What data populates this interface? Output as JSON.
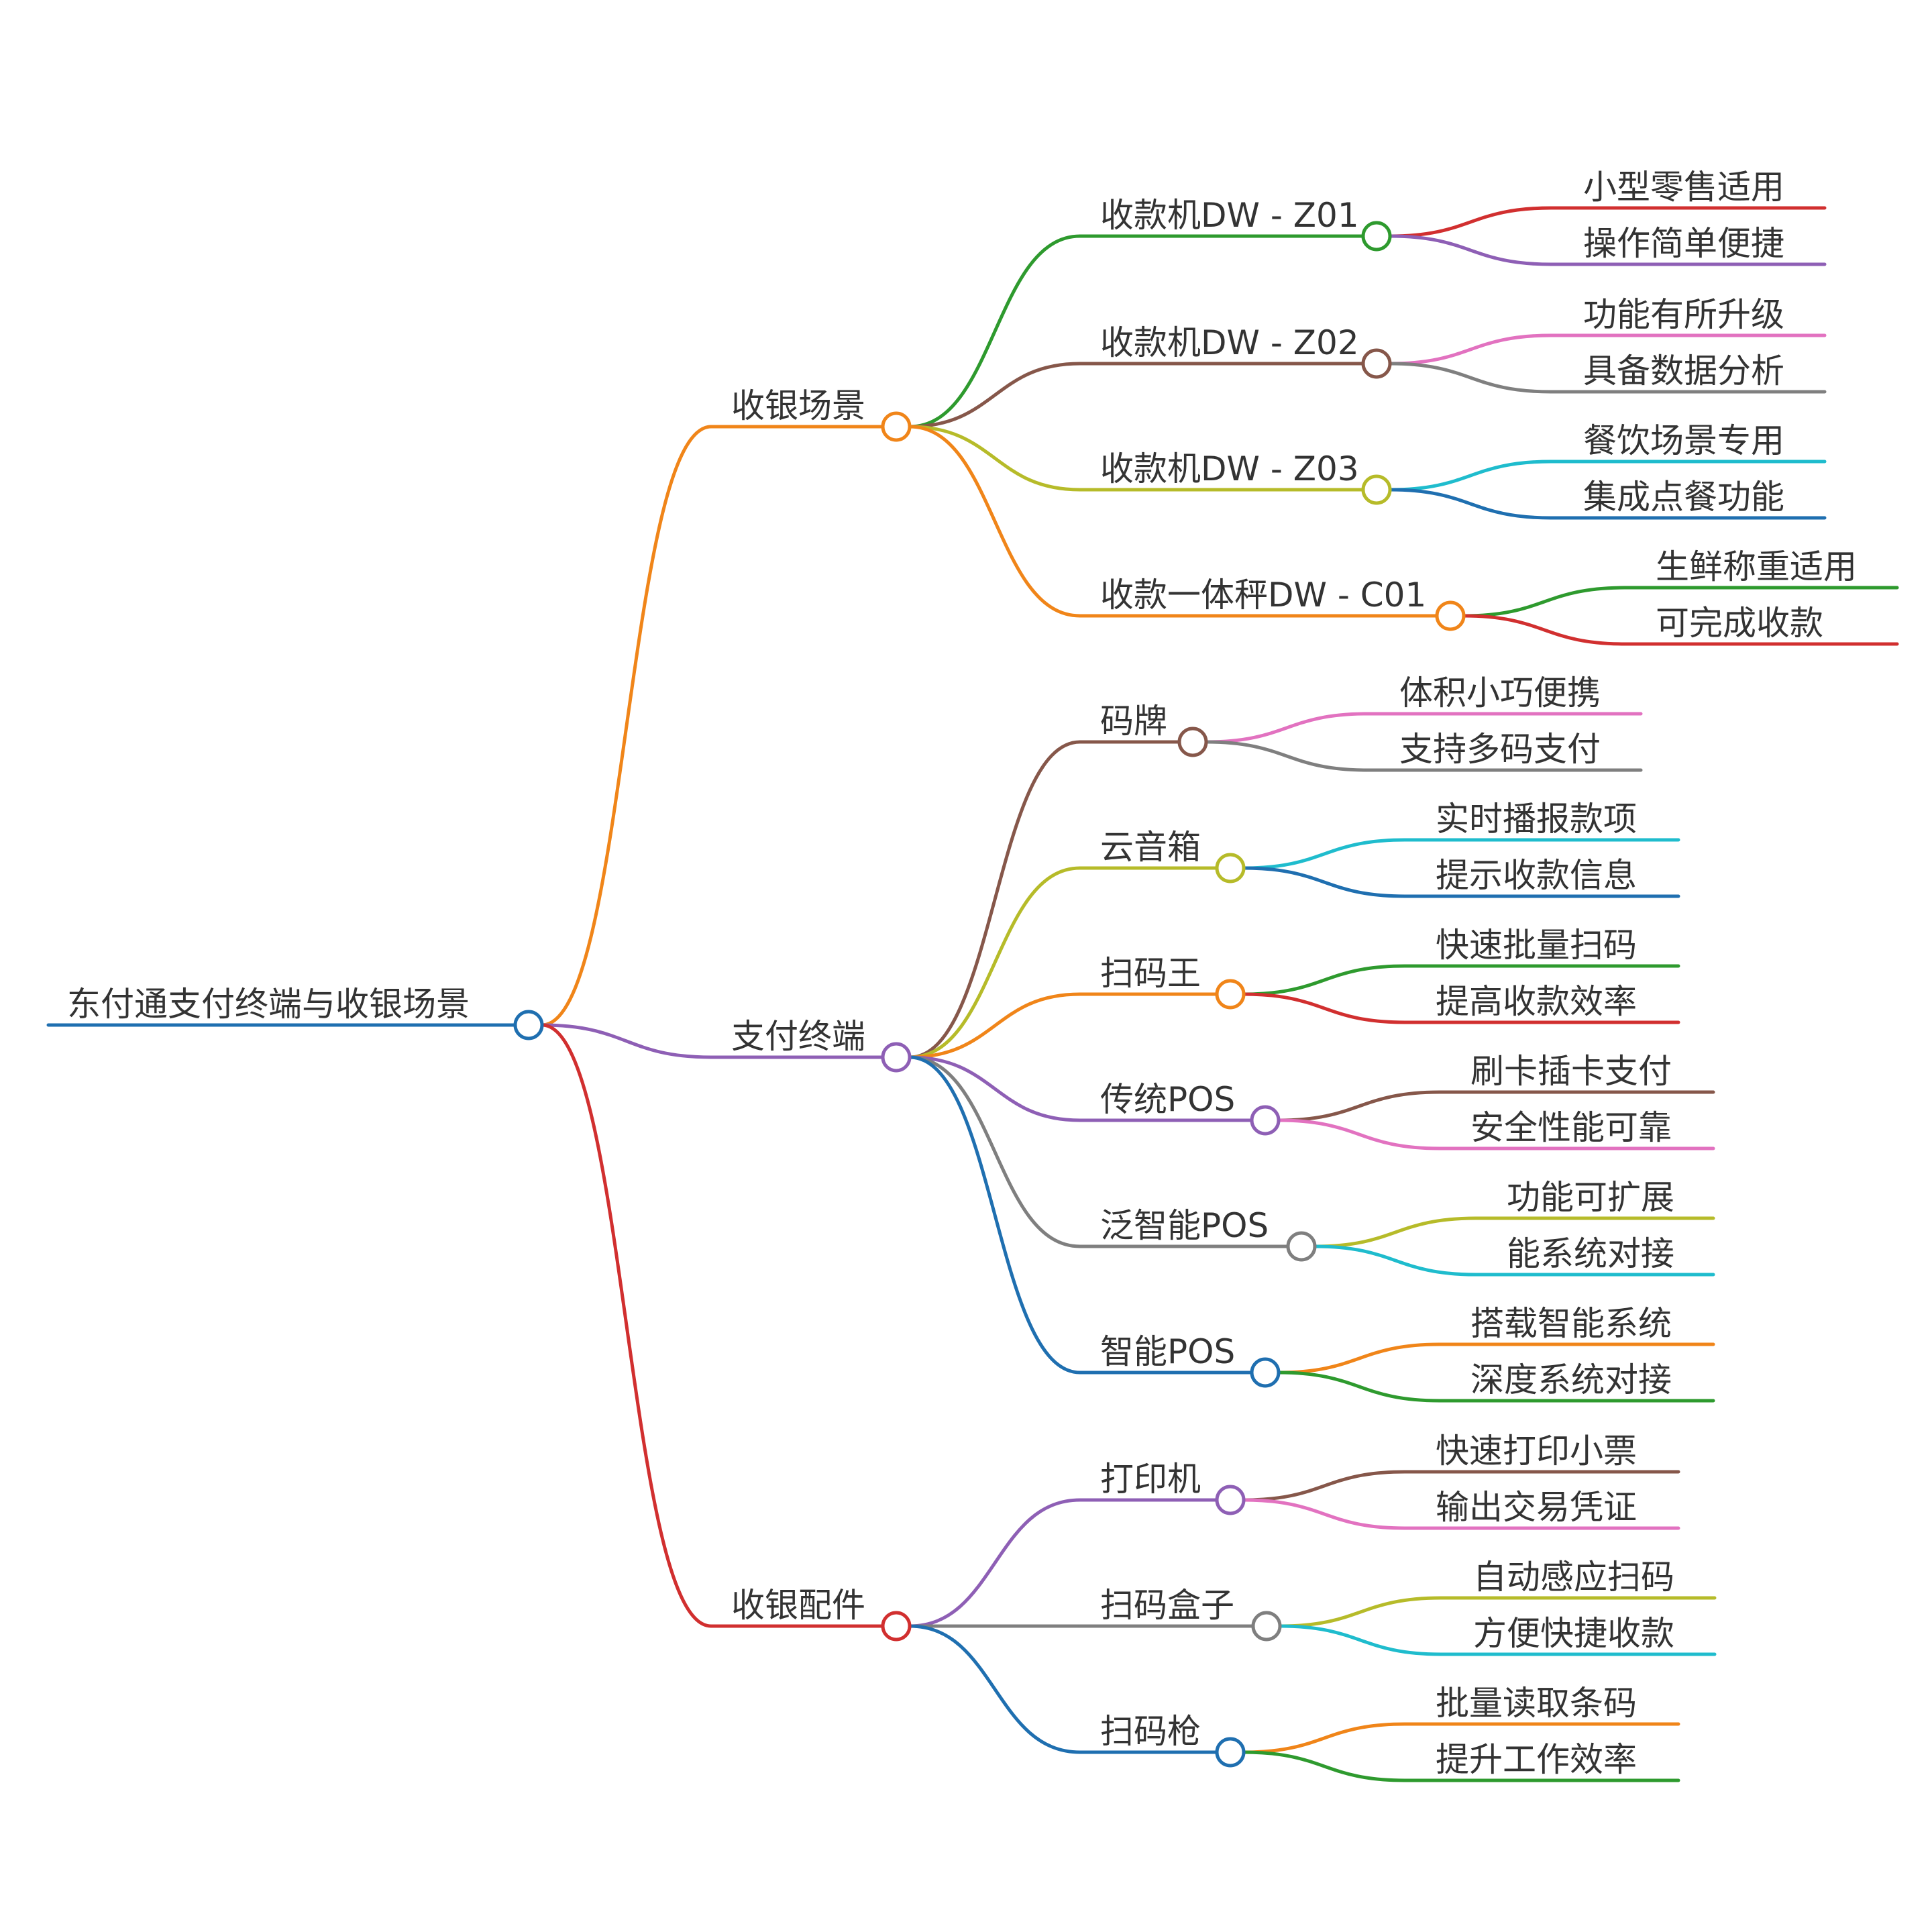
{
  "root": {
    "label": "东付通支付终端与收银场景",
    "color": "#1f6fb0"
  },
  "branches": [
    {
      "label": "收银场景",
      "color": "#f08519",
      "children": [
        {
          "label": "收款机DW - Z01",
          "color": "#2e9a2e",
          "leaves": [
            {
              "label": "小型零售适用",
              "color": "#d12f2f"
            },
            {
              "label": "操作简单便捷",
              "color": "#8e5fb5"
            }
          ]
        },
        {
          "label": "收款机DW - Z02",
          "color": "#86574a",
          "leaves": [
            {
              "label": "功能有所升级",
              "color": "#e272c0"
            },
            {
              "label": "具备数据分析",
              "color": "#7f7f7f"
            }
          ]
        },
        {
          "label": "收款机DW - Z03",
          "color": "#b6bb29",
          "leaves": [
            {
              "label": "餐饮场景专用",
              "color": "#1fbccd"
            },
            {
              "label": "集成点餐功能",
              "color": "#1f6fb0"
            }
          ]
        },
        {
          "label": "收款一体秤DW - C01",
          "color": "#f08519",
          "leaves": [
            {
              "label": "生鲜称重适用",
              "color": "#2e9a2e"
            },
            {
              "label": "可完成收款",
              "color": "#d12f2f"
            }
          ]
        }
      ]
    },
    {
      "label": "支付终端",
      "color": "#8e5fb5",
      "children": [
        {
          "label": "码牌",
          "color": "#86574a",
          "leaves": [
            {
              "label": "体积小巧便携",
              "color": "#e272c0"
            },
            {
              "label": "支持多码支付",
              "color": "#7f7f7f"
            }
          ]
        },
        {
          "label": "云音箱",
          "color": "#b6bb29",
          "leaves": [
            {
              "label": "实时播报款项",
              "color": "#1fbccd"
            },
            {
              "label": "提示收款信息",
              "color": "#1f6fb0"
            }
          ]
        },
        {
          "label": "扫码王",
          "color": "#f08519",
          "leaves": [
            {
              "label": "快速批量扫码",
              "color": "#2e9a2e"
            },
            {
              "label": "提高收款效率",
              "color": "#d12f2f"
            }
          ]
        },
        {
          "label": "传统POS",
          "color": "#8e5fb5",
          "leaves": [
            {
              "label": "刷卡插卡支付",
              "color": "#86574a"
            },
            {
              "label": "安全性能可靠",
              "color": "#e272c0"
            }
          ]
        },
        {
          "label": "泛智能POS",
          "color": "#7f7f7f",
          "leaves": [
            {
              "label": "功能可扩展",
              "color": "#b6bb29"
            },
            {
              "label": "能系统对接",
              "color": "#1fbccd"
            }
          ]
        },
        {
          "label": "智能POS",
          "color": "#1f6fb0",
          "leaves": [
            {
              "label": "搭载智能系统",
              "color": "#f08519"
            },
            {
              "label": "深度系统对接",
              "color": "#2e9a2e"
            }
          ]
        }
      ]
    },
    {
      "label": "收银配件",
      "color": "#d12f2f",
      "children": [
        {
          "label": "打印机",
          "color": "#8e5fb5",
          "leaves": [
            {
              "label": "快速打印小票",
              "color": "#86574a"
            },
            {
              "label": "输出交易凭证",
              "color": "#e272c0"
            }
          ]
        },
        {
          "label": "扫码盒子",
          "color": "#7f7f7f",
          "leaves": [
            {
              "label": "自动感应扫码",
              "color": "#b6bb29"
            },
            {
              "label": "方便快捷收款",
              "color": "#1fbccd"
            }
          ]
        },
        {
          "label": "扫码枪",
          "color": "#1f6fb0",
          "leaves": [
            {
              "label": "批量读取条码",
              "color": "#f08519"
            },
            {
              "label": "提升工作效率",
              "color": "#2e9a2e"
            }
          ]
        }
      ]
    }
  ]
}
